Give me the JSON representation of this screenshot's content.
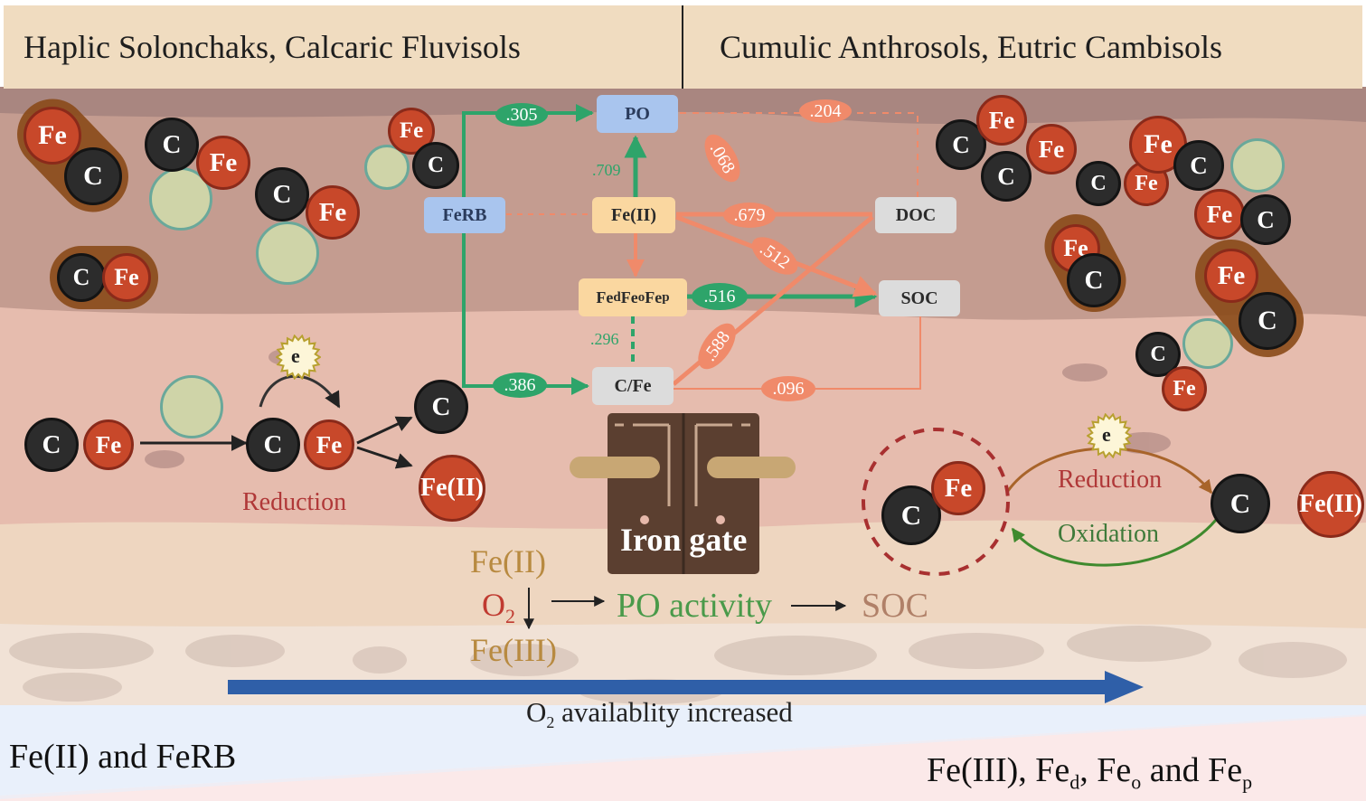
{
  "header": {
    "left_title": "Haplic Solonchaks, Calcaric Fluvisols",
    "right_title": "Cumulic Anthrosols,  Eutric Cambisols"
  },
  "colors": {
    "positive_path": "#2ea46a",
    "negative_path": "#f08a6a",
    "fe_particle": "#c8482a",
    "c_particle": "#2c2c2c",
    "microbe": "#cfd4a8",
    "o2_arrow": "#2f5fa8",
    "gate": "#5b3f30"
  },
  "path_model": {
    "nodes": {
      "po": "PO",
      "ferb": "FeRB",
      "fe2": "Fe(II)",
      "fedop": "Fe",
      "fedop_sub": [
        "d",
        "o",
        "p"
      ],
      "cfe": "C/Fe",
      "doc": "DOC",
      "soc": "SOC"
    },
    "coefficients": {
      "ferb_po": ".305",
      "fe2_po": ".709",
      "po_doc": ".204",
      "po_soc": ".068",
      "fe2_doc": ".679",
      "fe2_soc": ".512",
      "fedop_soc": ".516",
      "fedop_cfe": ".296",
      "ferb_cfe": ".386",
      "cfe_doc": ".588",
      "cfe_soc": ".096"
    }
  },
  "particles": {
    "fe": "Fe",
    "c": "C",
    "fe2": "Fe(II)",
    "electron": "e"
  },
  "process_labels": {
    "left_reduction": "Reduction",
    "right_reduction": "Reduction",
    "right_oxidation": "Oxidation"
  },
  "gate": {
    "label": "Iron gate"
  },
  "mechanism": {
    "fe2": "Fe(II)",
    "o2": "O",
    "o2_sub": "2",
    "fe3": "Fe(III)",
    "po_activity": "PO activity",
    "soc": "SOC"
  },
  "gradient": {
    "arrow_label_o": "O",
    "arrow_label_sub": "2",
    "arrow_label_rest": " availablity  increased",
    "left_label": "Fe(II) and FeRB",
    "right_label_a": "Fe(III), Fe",
    "right_sub_d": "d",
    "right_label_b": ", Fe",
    "right_sub_o": "o",
    "right_label_c": " and Fe",
    "right_sub_p": "p"
  }
}
